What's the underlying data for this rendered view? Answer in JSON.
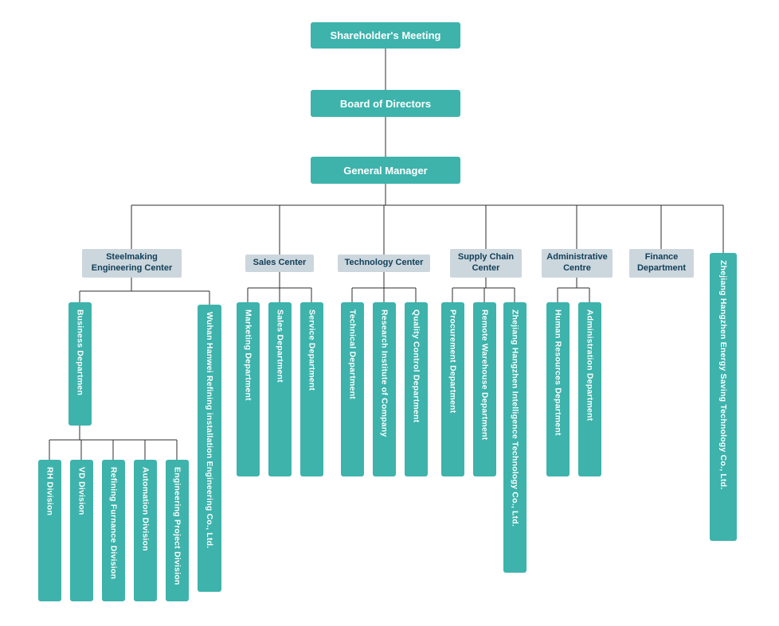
{
  "colors": {
    "node_fill": "#3db3ac",
    "header_fill": "#ccd6dd",
    "header_text": "#0f3f58",
    "connector_line": "#2e2e2e",
    "node_text": "#ffffff"
  },
  "executive": {
    "shareholders": "Shareholder's Meeting",
    "board": "Board of Directors",
    "gm": "General Manager"
  },
  "centers": {
    "steelmaking": "Steelmaking Engineering Center",
    "sales": "Sales Center",
    "technology": "Technology Center",
    "supply": "Supply Chain Center",
    "administrative": "Administrative Centre",
    "finance": "Finance Department"
  },
  "departments": {
    "business": "Business Departmen",
    "wuhan": "Wuhan Hanwei Refining installation Engineering Co., Ltd.",
    "rh": "RH Division",
    "vd": "VD Division",
    "refining": "Refining Furnance Division",
    "automation": "Automation Division",
    "engineering": "Engineering Project Division",
    "marketing": "Marketing Department",
    "sales_dept": "Sales Department",
    "service": "Service Department",
    "technical": "Technical Department",
    "research": "Research Institute of Company",
    "quality": "Quality Control Department",
    "procurement": "Procurement Department",
    "remote": "Remote Warehouse Department",
    "zj_intelligence": "Zhejiang Hangzhen Intelligence Technology Co., Ltd.",
    "hr": "Human Resources Department",
    "admin_dept": "Administration Department",
    "zj_energy": "Zhejiang Hangzhen Energy Saving Technology Co., Ltd."
  }
}
